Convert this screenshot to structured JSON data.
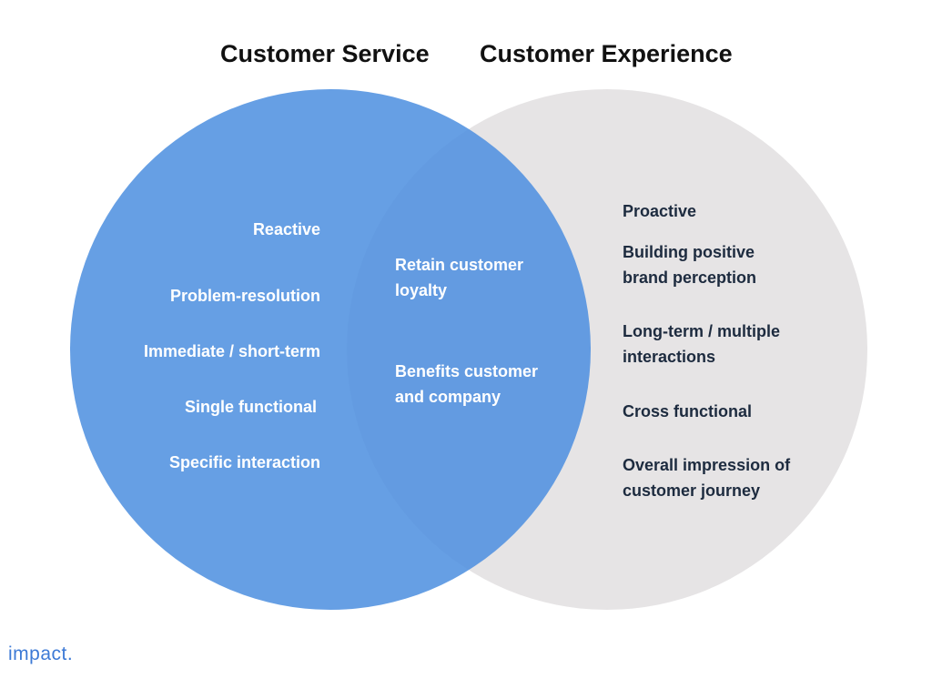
{
  "titles": {
    "left": "Customer Service",
    "right": "Customer Experience"
  },
  "colors": {
    "left_circle": "#4d8fe0",
    "right_circle": "#e6e4e5",
    "left_text": "#ffffff",
    "right_text": "#1d2b3f",
    "logo": "#3d7ad6"
  },
  "left_items": [
    "Reactive",
    "Problem-resolution",
    "Immediate / short-term",
    "Single functional",
    "Specific interaction"
  ],
  "center_items": [
    {
      "line1": "Retain customer",
      "line2": "loyalty"
    },
    {
      "line1": "Benefits customer",
      "line2": "and company"
    }
  ],
  "right_items": [
    {
      "line1": "Proactive",
      "line2": ""
    },
    {
      "line1": "Building positive",
      "line2": "brand perception"
    },
    {
      "line1": "Long-term / multiple",
      "line2": "interactions"
    },
    {
      "line1": "Cross functional",
      "line2": ""
    },
    {
      "line1": "Overall impression of",
      "line2": "customer journey"
    }
  ],
  "logo": "impact."
}
